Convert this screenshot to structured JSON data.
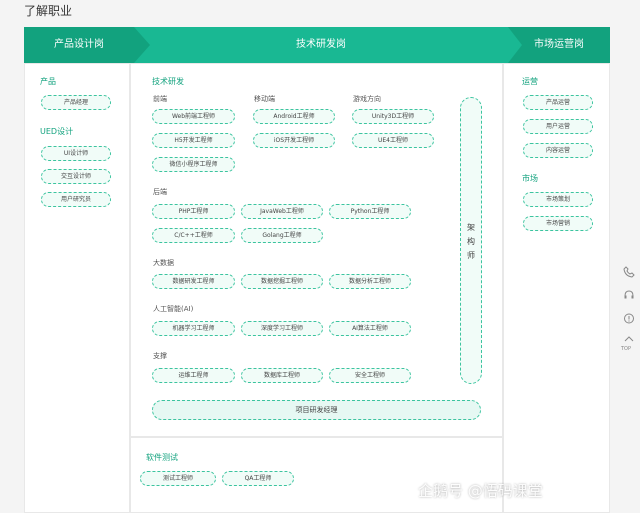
{
  "page_title": "了解职业",
  "header": {
    "left": "产品设计岗",
    "middle": "技术研发岗",
    "right": "市场运营岗"
  },
  "left": {
    "product": {
      "title": "产品",
      "items": [
        "产品经理"
      ]
    },
    "ued": {
      "title": "UED设计",
      "items": [
        "UI设计师",
        "交互设计师",
        "用户研究员"
      ]
    }
  },
  "tech": {
    "title": "技术研发",
    "frontend": {
      "title": "前端",
      "items": [
        "Web前端工程师",
        "H5开发工程师",
        "微信小程序工程师"
      ]
    },
    "mobile": {
      "title": "移动端",
      "items": [
        "Android工程师",
        "iOS开发工程师"
      ]
    },
    "game": {
      "title": "游戏方向",
      "items": [
        "Unity3D工程师",
        "UE4工程师"
      ]
    },
    "backend": {
      "title": "后端",
      "items": [
        "PHP工程师",
        "JavaWeb工程师",
        "Python工程师",
        "C/C++工程师",
        "Golang工程师"
      ]
    },
    "bigdata": {
      "title": "大数据",
      "items": [
        "数据研发工程师",
        "数据挖掘工程师",
        "数据分析工程师"
      ]
    },
    "ai": {
      "title": "人工智能(AI)",
      "items": [
        "机器学习工程师",
        "深度学习工程师",
        "AI算法工程师"
      ]
    },
    "support": {
      "title": "支撑",
      "items": [
        "运维工程师",
        "数据库工程师",
        "安全工程师"
      ]
    },
    "architect": "架构师",
    "pm": "项目研发经理"
  },
  "testing": {
    "title": "软件测试",
    "items": [
      "测试工程师",
      "QA工程师"
    ]
  },
  "right": {
    "ops": {
      "title": "运营",
      "items": [
        "产品运营",
        "用户运营",
        "内容运营"
      ]
    },
    "market": {
      "title": "市场",
      "items": [
        "市场策划",
        "市场营销"
      ]
    }
  },
  "floating": {
    "top_label": "TOP"
  },
  "watermark": "企鹅号 @悟码课堂",
  "icons": [
    "phone-icon",
    "headset-icon",
    "chat-icon",
    "chevron-up-icon"
  ],
  "colors": {
    "header_dark": "#12a27e",
    "header_mid": "#19b893",
    "accent_text": "#14a37f",
    "pill_border": "#3cc49f"
  }
}
